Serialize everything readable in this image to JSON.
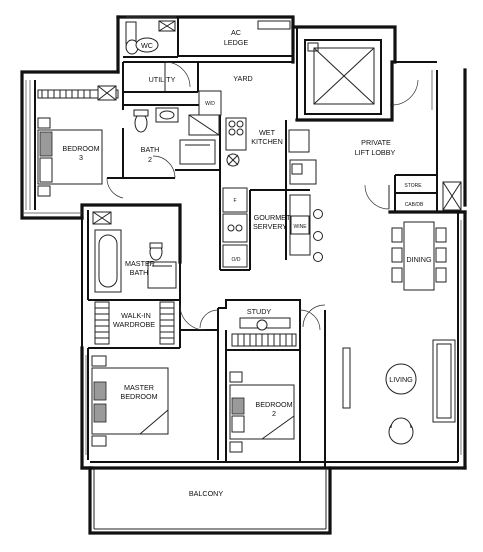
{
  "rooms": {
    "ac_ledge": [
      "AC",
      "LEDGE"
    ],
    "wc": "WC",
    "utility": "UTILITY",
    "yard": "YARD",
    "wd": "W/D",
    "bath2": [
      "BATH",
      "2"
    ],
    "wet_kitchen": [
      "WET",
      "KITCHEN"
    ],
    "bedroom3": [
      "BEDROOM",
      "3"
    ],
    "private_lift_lobby": [
      "PRIVATE",
      "LIFT LOBBY"
    ],
    "fridge": "F",
    "gourmet_servery": [
      "GOURMET",
      "SERVERY"
    ],
    "wine": "WINE",
    "od": "O/D",
    "store": "STORE",
    "cab_db": "CAB/DB",
    "dining": "DINING",
    "master_bath": [
      "MASTER",
      "BATH"
    ],
    "walk_in_wardrobe": [
      "WALK-IN",
      "WARDROBE"
    ],
    "study": "STUDY",
    "master_bedroom": [
      "MASTER",
      "BEDROOM"
    ],
    "bedroom2": [
      "BEDROOM",
      "2"
    ],
    "living": "LIVING",
    "balcony": "BALCONY"
  }
}
